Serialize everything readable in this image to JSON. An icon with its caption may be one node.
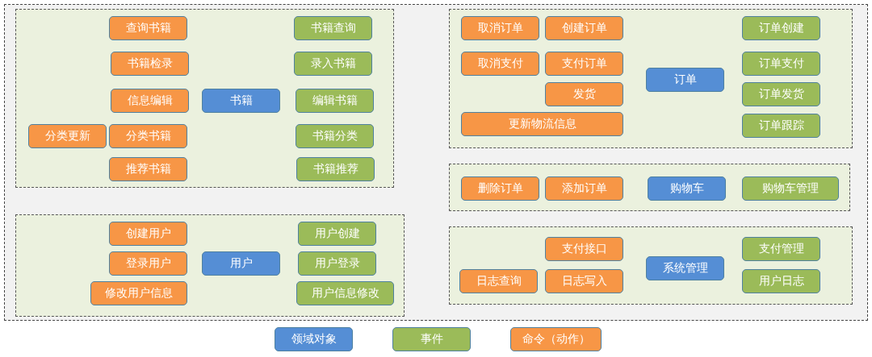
{
  "diagram": {
    "nodes": [
      {
        "text": [],
        "shape": "box"
      },
      {
        "text": [],
        "shape": "box",
        "in": 0
      },
      {
        "text": [
          "查询书籍"
        ],
        "in": 1
      },
      {
        "text": [
          "书籍查询"
        ],
        "in": 1
      },
      {
        "text": [
          "书籍检录"
        ],
        "in": 1
      },
      {
        "text": [
          "录入书籍"
        ],
        "in": 1
      },
      {
        "text": [
          "信息编辑"
        ],
        "in": 1
      },
      {
        "text": [
          "书籍"
        ],
        "in": 1
      },
      {
        "text": [
          "编辑书籍"
        ],
        "in": 1
      },
      {
        "text": [
          "分类更新"
        ],
        "in": 1
      },
      {
        "text": [
          "分类书籍"
        ],
        "in": 1
      },
      {
        "text": [
          "书籍分类"
        ],
        "in": 1
      },
      {
        "text": [
          "推荐书籍"
        ],
        "in": 1
      },
      {
        "text": [
          "书籍推荐"
        ],
        "in": 1
      },
      {
        "text": [],
        "shape": "box",
        "in": 0
      },
      {
        "text": [
          "创建用户"
        ],
        "in": 14
      },
      {
        "text": [
          "用户创建"
        ],
        "in": 14
      },
      {
        "text": [
          "登录用户"
        ],
        "in": 14
      },
      {
        "text": [
          "用户"
        ],
        "in": 14
      },
      {
        "text": [
          "用户登录"
        ],
        "in": 14
      },
      {
        "text": [
          "修改用户信息"
        ],
        "in": 14
      },
      {
        "text": [
          "用户信息修改"
        ],
        "in": 14
      },
      {
        "text": [],
        "shape": "box",
        "in": 0
      },
      {
        "text": [
          "取消订单"
        ],
        "in": 22
      },
      {
        "text": [
          "创建订单"
        ],
        "in": 22
      },
      {
        "text": [
          "订单创建"
        ],
        "in": 22
      },
      {
        "text": [
          "取消支付"
        ],
        "in": 22
      },
      {
        "text": [
          "支付订单"
        ],
        "in": 22
      },
      {
        "text": [
          "订单"
        ],
        "in": 22
      },
      {
        "text": [
          "订单支付"
        ],
        "in": 22
      },
      {
        "text": [
          "发货"
        ],
        "in": 22
      },
      {
        "text": [
          "订单发货"
        ],
        "in": 22
      },
      {
        "text": [
          "更新物流信息"
        ],
        "in": 22
      },
      {
        "text": [
          "订单跟踪"
        ],
        "in": 22
      },
      {
        "text": [],
        "shape": "box",
        "in": 0
      },
      {
        "text": [
          "删除订单"
        ],
        "in": 34
      },
      {
        "text": [
          "添加订单"
        ],
        "in": 34
      },
      {
        "text": [
          "购物车"
        ],
        "in": 34
      },
      {
        "text": [
          "购物车管理"
        ],
        "in": 34
      },
      {
        "text": [],
        "shape": "box",
        "in": 0
      },
      {
        "text": [
          "支付接口"
        ],
        "in": 39
      },
      {
        "text": [
          "支付管理"
        ],
        "in": 39
      },
      {
        "text": [
          "日志查询"
        ],
        "in": 39
      },
      {
        "text": [
          "日志写入"
        ],
        "in": 39
      },
      {
        "text": [
          "系统管理"
        ],
        "in": 39
      },
      {
        "text": [
          "用户日志"
        ],
        "in": 39
      }
    ],
    "legend": [
      {
        "text": "领域对象",
        "color": "#558ed5"
      },
      {
        "text": "事件",
        "color": "#9bbb59"
      },
      {
        "text": "命令（动作）",
        "color": "#f79646"
      }
    ]
  }
}
